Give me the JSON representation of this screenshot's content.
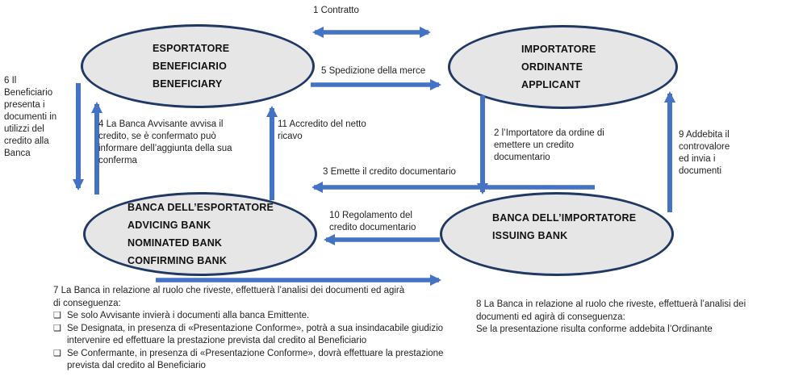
{
  "diagram": {
    "nodes": {
      "exporter": "ESPORTATORE\nBENEFICIARIO\nBENEFICIARY",
      "importer": "IMPORTATORE\nORDINANTE\nAPPLICANT",
      "exporter_bank": "BANCA DELL’ESPORTATORE\nADVICING BANK\nNOMINATED BANK\nCONFIRMING BANK",
      "importer_bank": "BANCA DELL’IMPORTATORE\nISSUING BANK"
    },
    "labels": {
      "contract": "1 Contratto",
      "order": "2 l’Importatore da ordine di\nemettere un credito\ndocumentario",
      "issue": "3 Emette il credito documentario",
      "advise": "4 La Banca Avvisante avvisa il\ncredito, se è confermato può\ninformare dell’aggiunta della sua\nconferma",
      "shipment": "5 Spedizione della merce",
      "present": "6 Il\nBeneficiario\npresenta i\ndocumenti in\nutilizzi del\ncredito alla\nBanca",
      "debit": "9 Addebita il\ncontrovalore\ned invia i\ndocumenti",
      "settlement": "10 Regolamento del\ncredito documentario",
      "net_proceeds": "11 Accredito del netto\nricavo"
    },
    "notes": {
      "advising_bank_role": {
        "heading": "7 La Banca in relazione al ruolo che riveste, effettuerà l’analisi dei documenti ed agirà\ndi conseguenza:",
        "bullet_glyph": "❑",
        "items": [
          "Se solo Avvisante invierà i documenti alla banca Emittente.",
          "Se Designata, in presenza di «Presentazione Conforme», potrà a sua insindacabile giudizio intervenire ed effettuare la prestazione prevista dal credito al Beneficiario",
          "Se Confermante, in presenza di «Presentazione Conforme», dovrà effettuare la prestazione prevista dal credito al Beneficiario"
        ]
      },
      "issuing_bank_role": "8 La Banca in relazione al ruolo che riveste, effettuerà l’analisi dei\ndocumenti ed agirà di conseguenza:\nSe la presentazione risulta conforme addebita l’Ordinante"
    },
    "colors": {
      "arrow": "#4472C4",
      "node_border": "#1F3864",
      "node_fill": "#E7E6E6",
      "text": "#1A1A1A"
    }
  }
}
